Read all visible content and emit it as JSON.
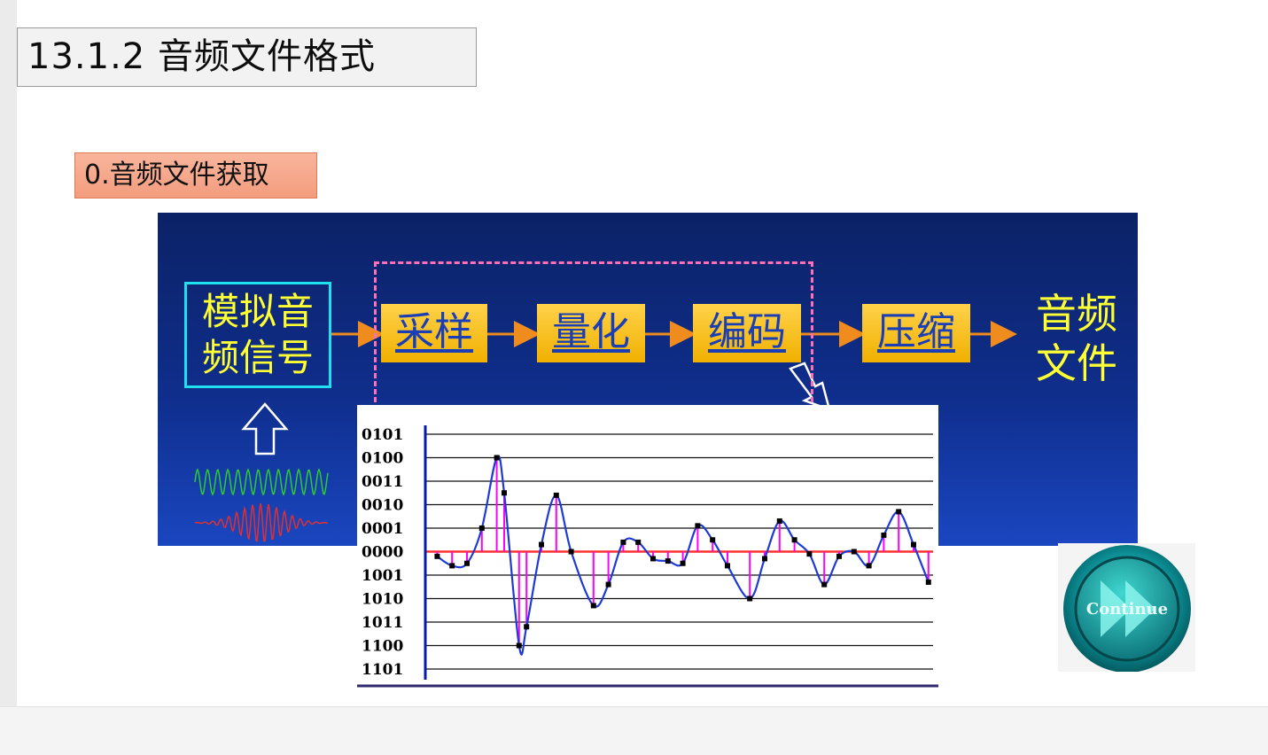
{
  "page": {
    "title": "13.1.2  音频文件格式",
    "section_label": "0.音频文件获取"
  },
  "diagram": {
    "source_line1": "模拟音",
    "source_line2": "频信号",
    "steps": [
      "采样",
      "量化",
      "编码",
      "压缩"
    ],
    "result_line1": "音频",
    "result_line2": "文件",
    "colors": {
      "background": "#0f2e8c",
      "step_fill": "#f5bd10",
      "step_text": "#1a3eb5",
      "source_text": "#ffff33",
      "source_border": "#20e0f0",
      "arrow": "#f08c1e",
      "dashed": "#ff6fb6"
    },
    "icons": [
      "up-arrow-icon",
      "down-arrow-icon",
      "analog-wave-icon"
    ]
  },
  "continue_button": {
    "label": "Continue",
    "icon": "fast-forward-icon"
  },
  "chart_data": {
    "type": "line",
    "ytick_labels": [
      "0101",
      "0100",
      "0011",
      "0010",
      "0001",
      "0000",
      "1001",
      "1010",
      "1011",
      "1100",
      "1101"
    ],
    "ylevels": [
      5,
      4,
      3,
      2,
      1,
      0,
      -1,
      -2,
      -3,
      -4,
      -5
    ],
    "grid": true,
    "sample_x": [
      1,
      3,
      5,
      7,
      9,
      10,
      12,
      13,
      15,
      17,
      19,
      22,
      24,
      26,
      28,
      30,
      32,
      34,
      36,
      38,
      40,
      43,
      45,
      47,
      49,
      51,
      53,
      55,
      57,
      59,
      61,
      63,
      65,
      67
    ],
    "sample_values": [
      -0.2,
      -0.6,
      -0.5,
      1.0,
      4.0,
      2.5,
      -4.0,
      -3.2,
      0.3,
      2.4,
      0,
      -2.3,
      -1.4,
      0.4,
      0.4,
      -0.3,
      -0.4,
      -0.5,
      1.1,
      0.5,
      -0.6,
      -2.0,
      -0.3,
      1.3,
      0.5,
      -0.1,
      -1.4,
      -0.2,
      0,
      -0.6,
      0.7,
      1.7,
      0.3,
      -1.3
    ],
    "signal_color": "#1e3ad6",
    "stem_color": "#ff00ff",
    "zero_color": "#ff3030"
  }
}
